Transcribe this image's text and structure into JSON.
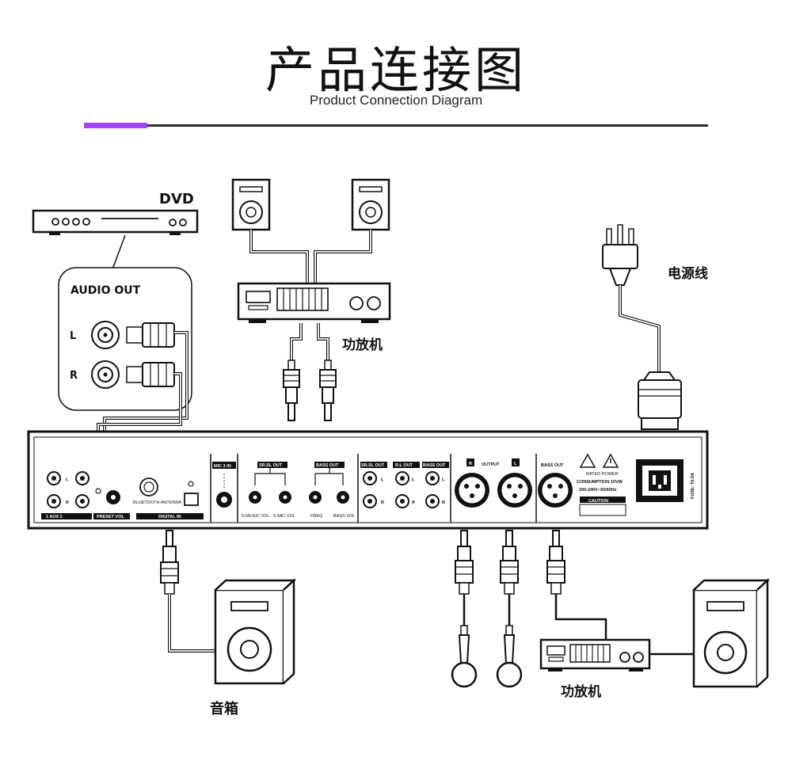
{
  "header": {
    "title": "产品连接图",
    "subtitle": "Product Connection Diagram",
    "accent_color": "#a243f5"
  },
  "labels": {
    "dvd": "DVD",
    "audio_out": "AUDIO OUT",
    "left": "L",
    "right": "R",
    "amplifier_top": "功放机",
    "power_cord": "电源线",
    "speaker_box": "音箱",
    "amplifier_bottom": "功放机"
  },
  "panel": {
    "aux_label": "1     AUX     2",
    "preset_vol": "PRESET VOL",
    "bluetooth_antenna": "BLUETOOTH ANTENNA",
    "digital_in": "DIGITAL IN",
    "mic3_in": "MIC 3 IN",
    "sr_sl_out_top": "SR.SL OUT",
    "bass_out_top": "BASS OUT",
    "s_music_vol": "S.MUSIC VOL",
    "s_mic_vol": "S.MIC VOL",
    "freq": "FREQ",
    "bass_vol": "BASS VOL",
    "sr_sl_out": "SR.SL OUT",
    "r_l_out": "R.L OUT",
    "bass_out_rca": "BASS OUT",
    "output": "OUTPUT",
    "out_r": "R",
    "out_l": "L",
    "bass_out_xlr": "BASS OUT",
    "rated_power": "RATED POWER",
    "consumption": "CONSUMPTION 15VW",
    "voltage": "200-240V~50/60Hz",
    "caution": "CAUTION",
    "fuse": "FUSE: T0.5A"
  }
}
